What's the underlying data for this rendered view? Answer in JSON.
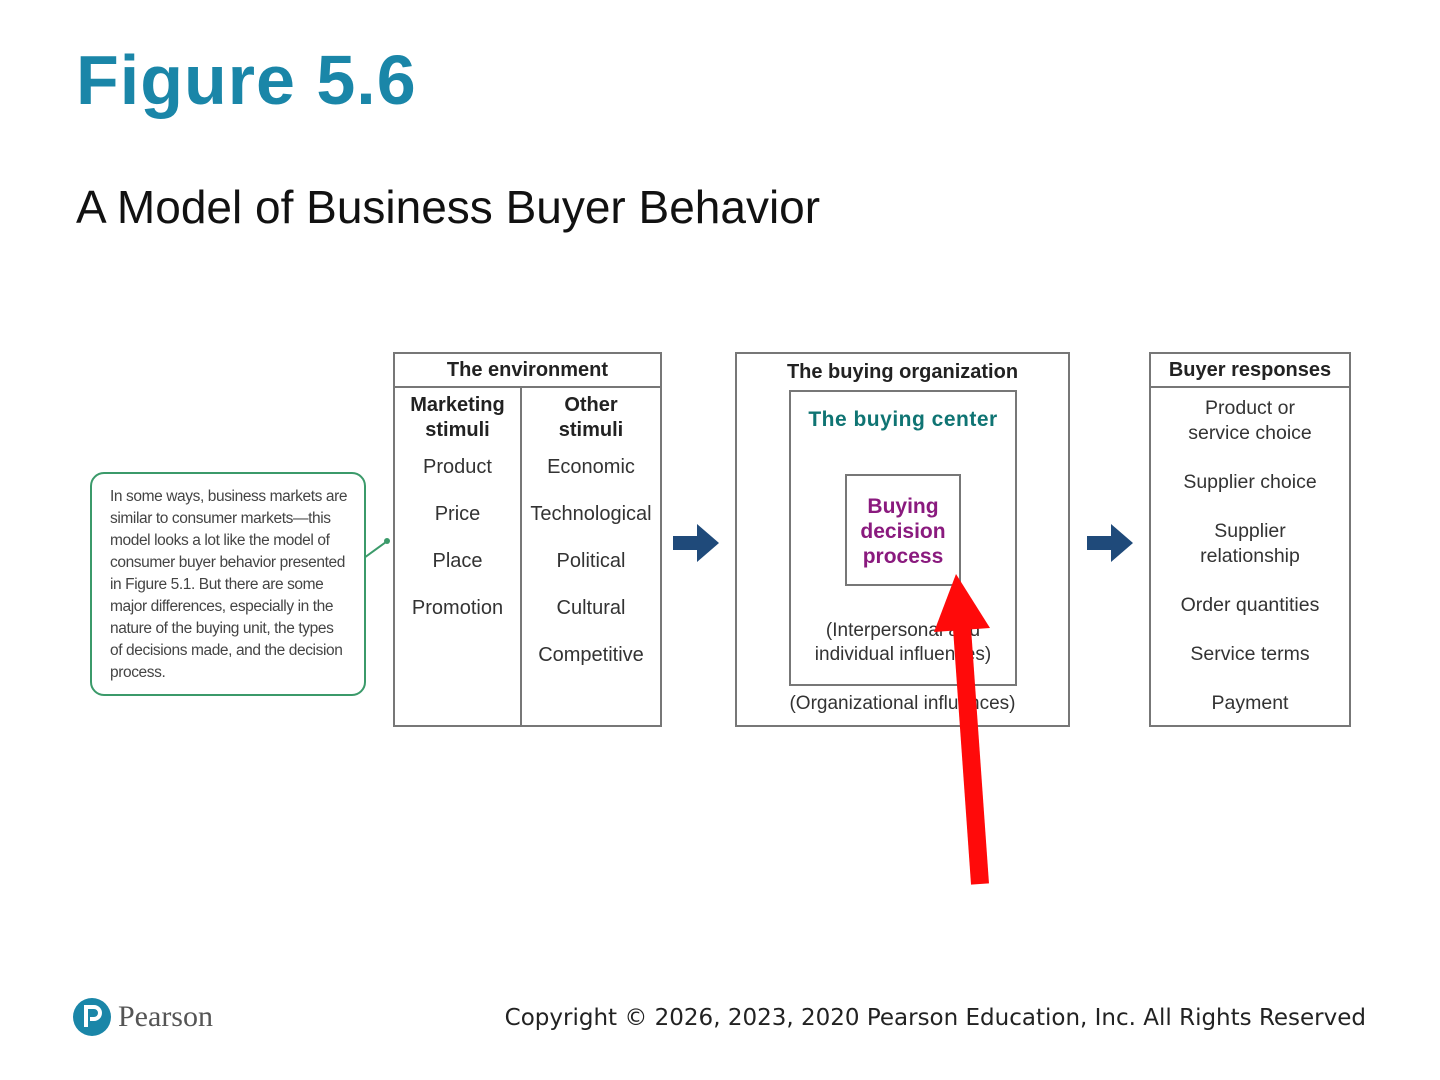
{
  "figure_label": "Figure 5.6",
  "subtitle": "A Model of Business Buyer Behavior",
  "note": "In some ways, business markets are similar to consumer markets—this model looks a lot like the model of consumer buyer behavior presented in Figure 5.1. But there are some major differences, especially in the nature of the buying unit, the types of decisions made, and the decision process.",
  "environment": {
    "title": "The environment",
    "marketing": {
      "heading_line1": "Marketing",
      "heading_line2": "stimuli",
      "items": [
        "Product",
        "Price",
        "Place",
        "Promotion"
      ]
    },
    "other": {
      "heading_line1": "Other",
      "heading_line2": "stimuli",
      "items": [
        "Economic",
        "Technological",
        "Political",
        "Cultural",
        "Competitive"
      ]
    }
  },
  "organization": {
    "title": "The buying organization",
    "center_title": "The buying center",
    "decision_line1": "Buying",
    "decision_line2": "decision",
    "decision_line3": "process",
    "interpersonal_line1": "(Interpersonal and",
    "interpersonal_line2": "individual influences)",
    "organizational": "(Organizational influences)"
  },
  "responses": {
    "title": "Buyer responses",
    "items": [
      {
        "line1": "Product or",
        "line2": "service choice"
      },
      {
        "line1": "Supplier choice",
        "line2": ""
      },
      {
        "line1": "Supplier",
        "line2": "relationship"
      },
      {
        "line1": "Order quantities",
        "line2": ""
      },
      {
        "line1": "Service terms",
        "line2": ""
      },
      {
        "line1": "Payment",
        "line2": ""
      }
    ]
  },
  "footer": {
    "brand": "Pearson",
    "copyright": "Copyright © 2026, 2023, 2020 Pearson Education, Inc. All Rights Reserved"
  },
  "colors": {
    "title": "#1a86a8",
    "center_title": "#0f7473",
    "decision": "#8a1a7e",
    "arrow_blue": "#1f4a7a",
    "annotation_red": "#ff0a0a"
  }
}
